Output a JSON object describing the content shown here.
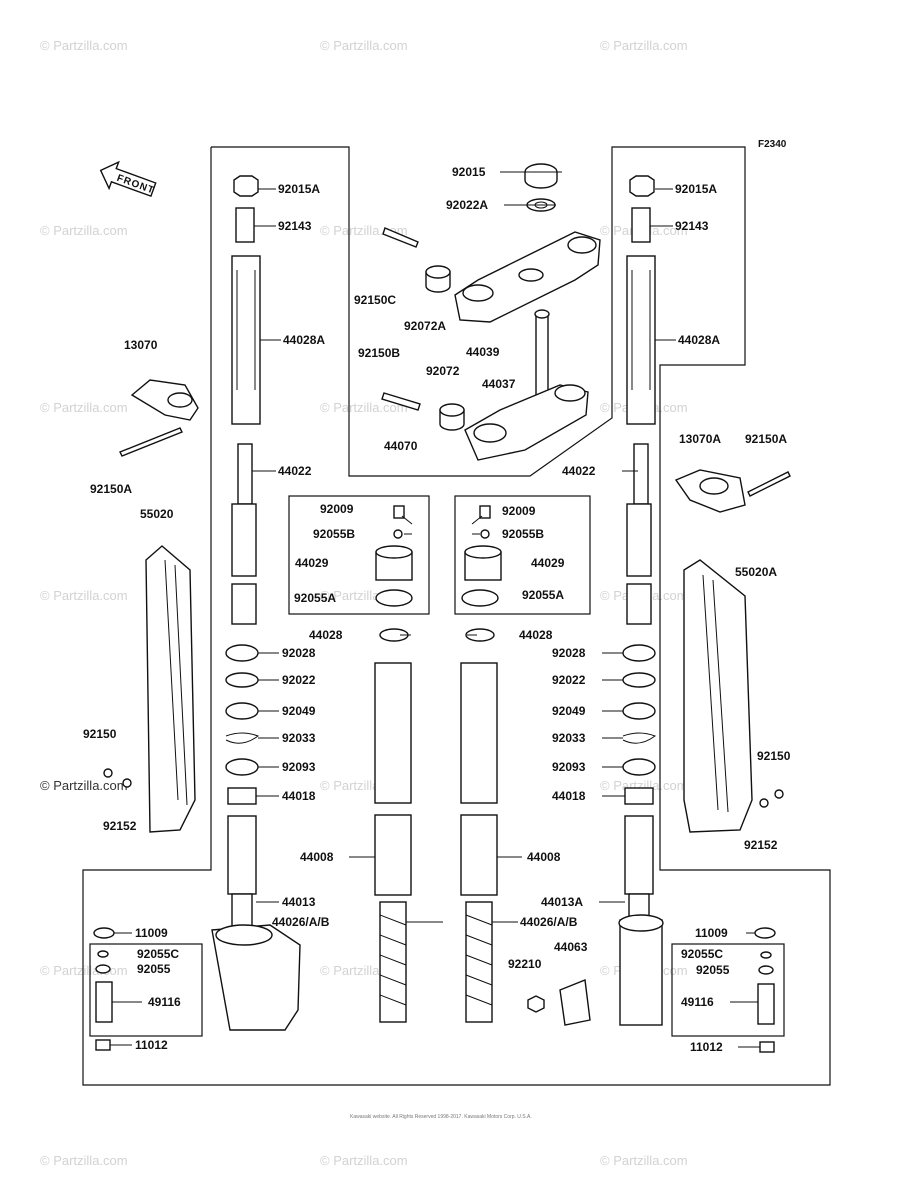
{
  "figure_code": "F2340",
  "front_label": "FRONT",
  "watermarks": [
    "© Partzilla.com"
  ],
  "copyright": "Kawasaki website. All Rights Reserved 1998-2017. Kawasaki Motors Corp. U.S.A.",
  "labels": {
    "92015": "92015",
    "92022A": "92022A",
    "92015A_l": "92015A",
    "92143_l": "92143",
    "44028A_l": "44028A",
    "92150C": "92150C",
    "92072A": "92072A",
    "44039": "44039",
    "92150B": "92150B",
    "92072": "92072",
    "44037": "44037",
    "44070": "44070",
    "92015A_r": "92015A",
    "92143_r": "92143",
    "44028A_r": "44028A",
    "13070": "13070",
    "92150A_l": "92150A",
    "44022_l": "44022",
    "44022_r": "44022",
    "13070A": "13070A",
    "92150A_r": "92150A",
    "55020": "55020",
    "55020A": "55020A",
    "92009_l": "92009",
    "92055B_l": "92055B",
    "44029_l": "44029",
    "92055A_l": "92055A",
    "92009_r": "92009",
    "92055B_r": "92055B",
    "44029_r": "44029",
    "92055A_r": "92055A",
    "44028_l": "44028",
    "44028_r": "44028",
    "92028_l": "92028",
    "92022_l": "92022",
    "92049_l": "92049",
    "92033_l": "92033",
    "92093_l": "92093",
    "44018_l": "44018",
    "92028_r": "92028",
    "92022_r": "92022",
    "92049_r": "92049",
    "92033_r": "92033",
    "92093_r": "92093",
    "44018_r": "44018",
    "92150_l": "92150",
    "92152_l": "92152",
    "92150_r": "92150",
    "92152_r": "92152",
    "44008_l": "44008",
    "44008_r": "44008",
    "44013": "44013",
    "44013A": "44013A",
    "44026_l": "44026/A/B",
    "44026_r": "44026/A/B",
    "11009_l": "11009",
    "11009_r": "11009",
    "92055C_l": "92055C",
    "92055_l": "92055",
    "92055C_r": "92055C",
    "92055_r": "92055",
    "49116_l": "49116",
    "49116_r": "49116",
    "11012_l": "11012",
    "11012_r": "11012",
    "44063": "44063",
    "92210": "92210"
  }
}
